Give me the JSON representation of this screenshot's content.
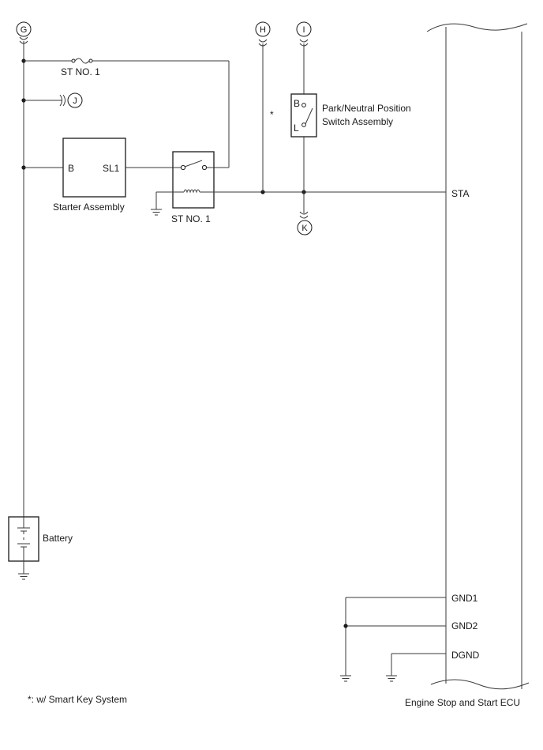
{
  "connectors": {
    "g": "G",
    "h": "H",
    "i": "I",
    "j": "J",
    "k": "K"
  },
  "components": {
    "fuse_label": "ST NO. 1",
    "relay_label": "ST NO. 1",
    "starter": {
      "name": "Starter Assembly",
      "pin_b": "B",
      "pin_sl1": "SL1"
    },
    "pnp_switch": {
      "name_line1": "Park/Neutral Position",
      "name_line2": "Switch Assembly",
      "pin_b": "B",
      "pin_l": "L"
    },
    "battery": "Battery",
    "ecu": {
      "name": "Engine Stop and Start ECU",
      "pins": [
        "STA",
        "GND1",
        "GND2",
        "DGND"
      ]
    }
  },
  "notes": {
    "asterisk": "*",
    "footnote": "*: w/ Smart Key System"
  }
}
